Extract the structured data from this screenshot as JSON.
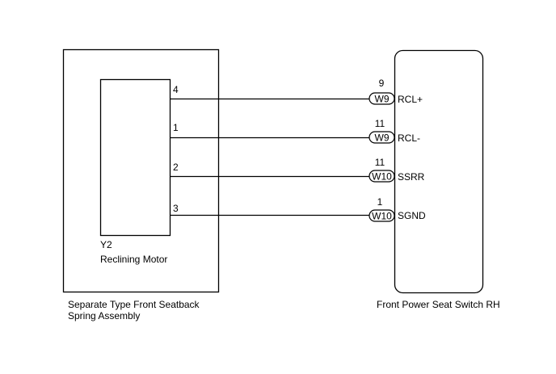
{
  "colors": {
    "stroke": "#000000",
    "background": "#ffffff",
    "text": "#000000"
  },
  "left_component": {
    "id": "Y2",
    "name": "Reclining Motor",
    "assembly_line1": "Separate Type Front Seatback",
    "assembly_line2": "Spring Assembly"
  },
  "right_component": {
    "name": "Front Power Seat Switch RH"
  },
  "wires": [
    {
      "left_pin": "4",
      "connector": "W9",
      "right_pin": "9",
      "signal": "RCL+"
    },
    {
      "left_pin": "1",
      "connector": "W9",
      "right_pin": "11",
      "signal": "RCL-"
    },
    {
      "left_pin": "2",
      "connector": "W10",
      "right_pin": "11",
      "signal": "SSRR"
    },
    {
      "left_pin": "3",
      "connector": "W10",
      "right_pin": "1",
      "signal": "SGND"
    }
  ]
}
